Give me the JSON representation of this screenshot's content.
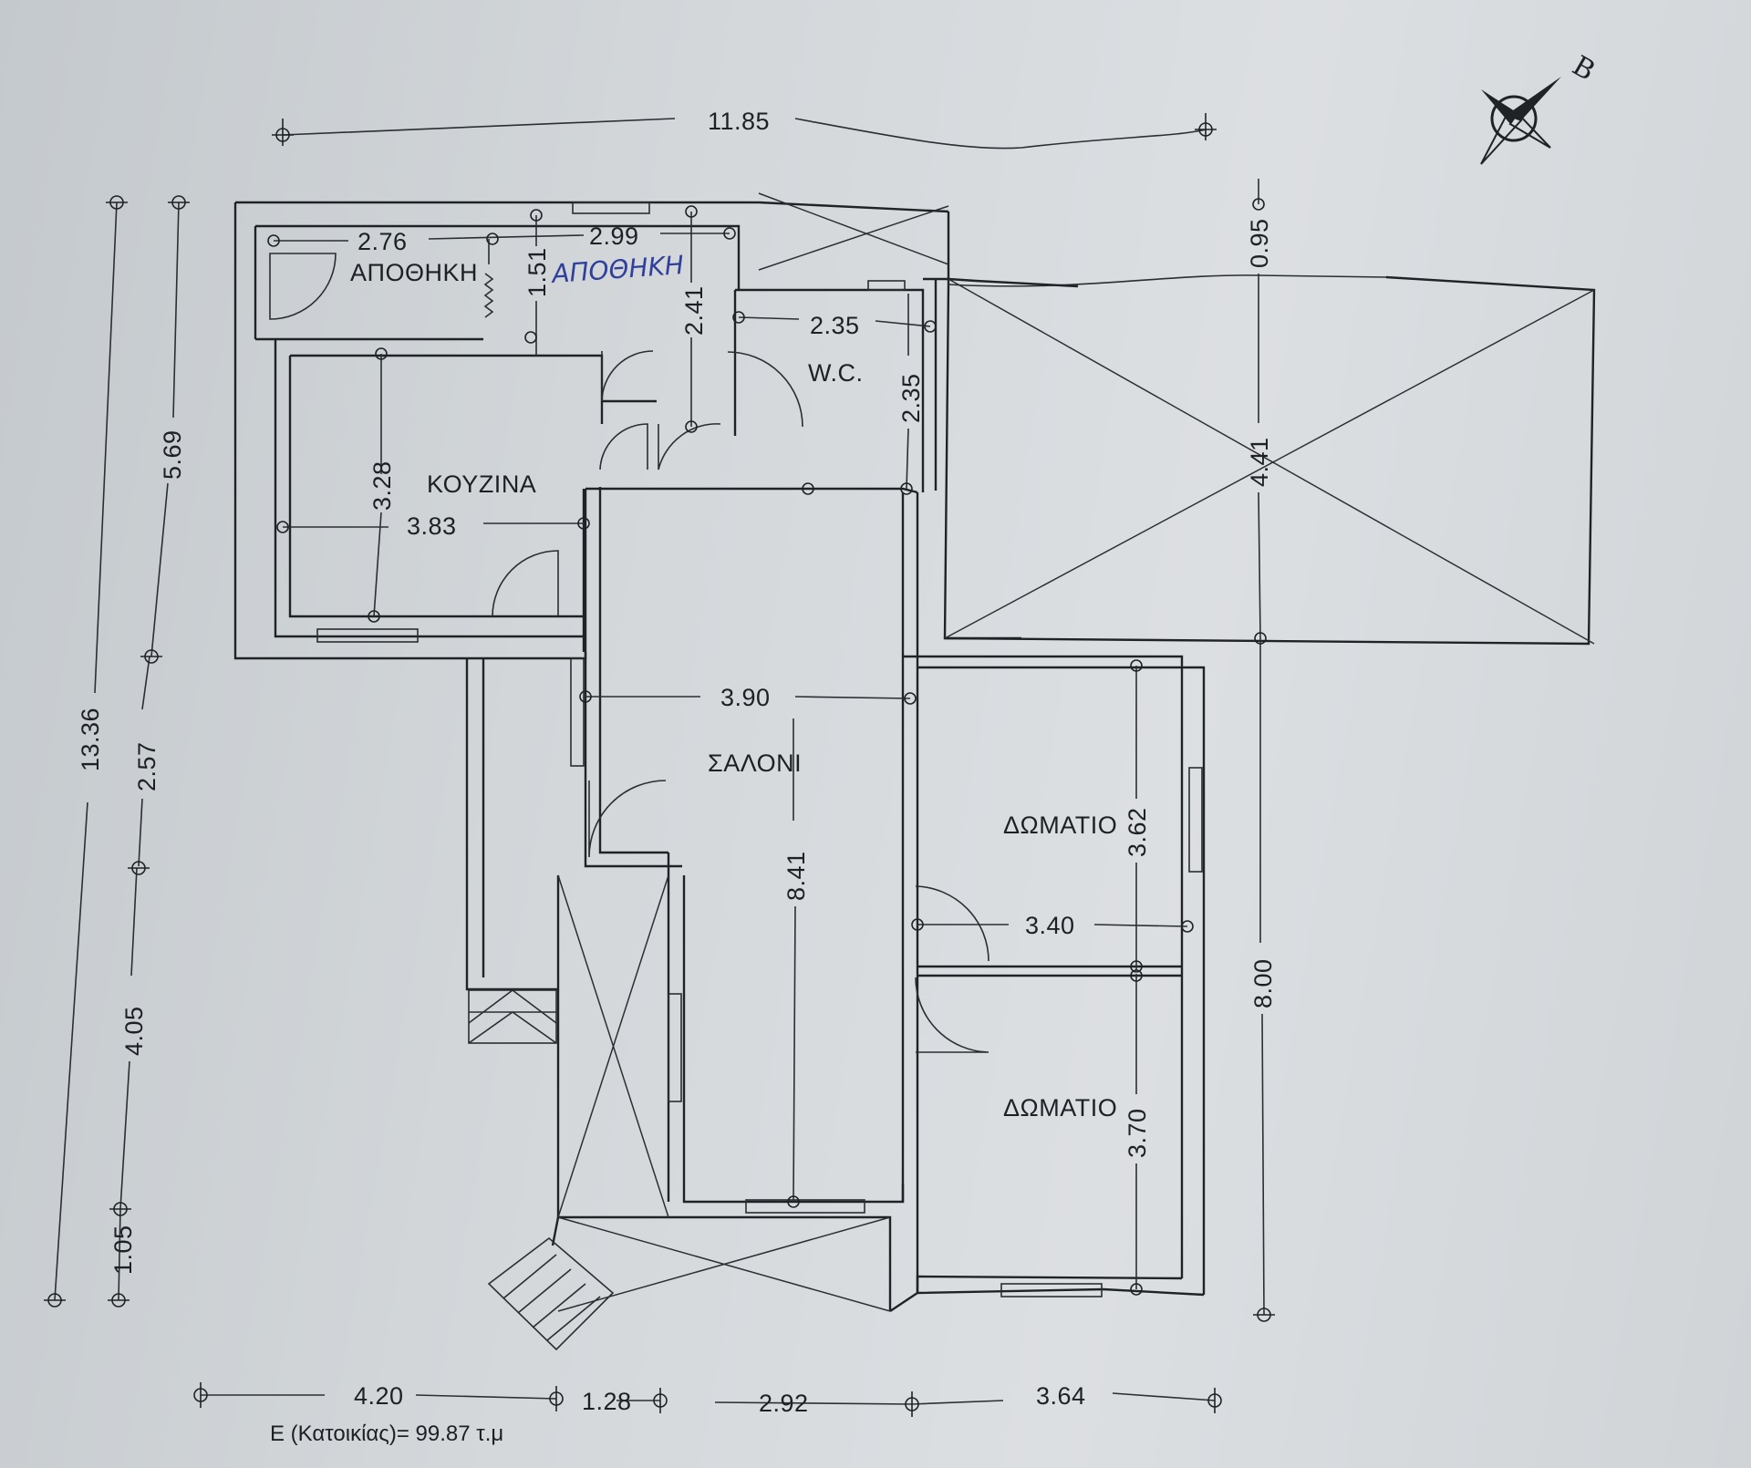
{
  "rooms": {
    "storage_1": "ΑΠΟΘΗΚΗ",
    "storage_2_handwritten": "ΑΠΟΘΗΚΗ",
    "wc": "W.C.",
    "kitchen": "ΚΟΥΖΙΝΑ",
    "living_room": "ΣΑΛΟΝΙ",
    "bedroom_1": "ΔΩΜΑΤΙΟ",
    "bedroom_2": "ΔΩΜΑΤΙΟ"
  },
  "dimensions": {
    "top_total": "11.85",
    "storage_1_width": "2.76",
    "storage_2_width": "2.99",
    "storage_2_depth": "1.51",
    "storage_depth_2": "2.41",
    "wc_width": "2.35",
    "wc_depth": "2.35",
    "kitchen_depth": "3.28",
    "kitchen_width": "3.83",
    "living_width": "3.90",
    "living_depth": "8.41",
    "bedroom_width": "3.40",
    "bedroom_1_depth": "3.62",
    "bedroom_2_depth": "3.70",
    "terrace_top": "0.95",
    "terrace_depth": "4.41",
    "right_total": "8.00",
    "left_total": "13.36",
    "left_upper": "5.69",
    "left_seg_2": "2.57",
    "left_seg_3": "4.05",
    "left_seg_4": "1.05",
    "bottom_seg_1": "4.20",
    "bottom_seg_2": "1.28",
    "bottom_seg_3": "2.92",
    "bottom_seg_4": "3.64"
  },
  "area_note": "Ε (Κατοικίας)= 99.87 τ.μ",
  "compass_letter": "B"
}
